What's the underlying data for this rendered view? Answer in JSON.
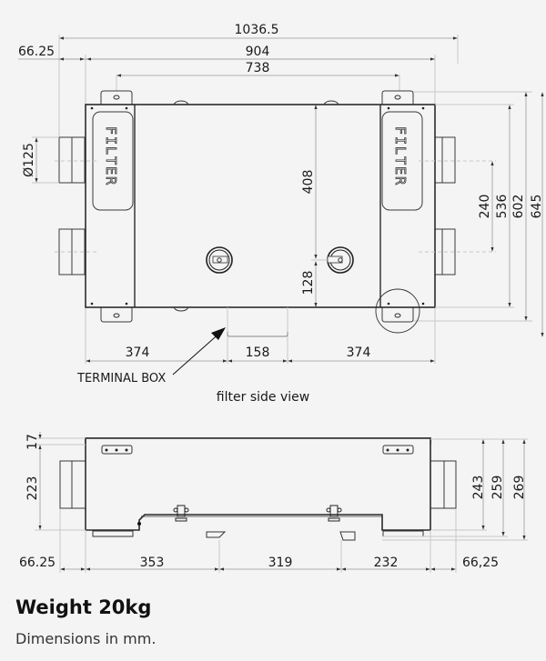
{
  "top_view": {
    "dims": {
      "overall_width": "1036.5",
      "body_width": "904",
      "bracket_spacing": "738",
      "left_offset": "66.25",
      "duct_diameter": "Ø125",
      "center_height": "408",
      "lower_height": "128",
      "duct_spacing": "240",
      "body_depth": "536",
      "bracket_depth": "602",
      "overall_depth": "645",
      "left_section": "374",
      "terminal_width": "158",
      "right_section": "374"
    },
    "filter_label": "FILTER",
    "terminal_label": "TERMINAL BOX",
    "caption": "filter side view"
  },
  "side_view": {
    "dims": {
      "top_offset": "17",
      "duct_height": "223",
      "height_a": "243",
      "height_b": "259",
      "height_c": "269",
      "left_offset": "66.25",
      "seg1": "353",
      "seg2": "319",
      "seg3": "232",
      "right_offset": "66,25"
    }
  },
  "footer": {
    "weight": "Weight 20kg",
    "note": "Dimensions in mm."
  }
}
